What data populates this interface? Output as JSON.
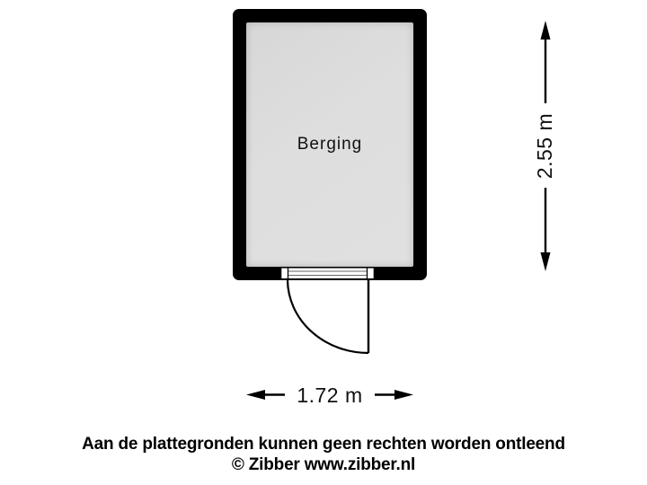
{
  "floorplan": {
    "room_label": "Berging",
    "height_dimension": "2.55 m",
    "width_dimension": "1.72 m"
  },
  "footer": {
    "disclaimer": "Aan de plattegronden kunnen geen rechten worden ontleend",
    "credit": "© Zibber www.zibber.nl"
  },
  "colors": {
    "wall": "#000000",
    "room-fill": "#dcdcdc",
    "background": "#ffffff",
    "line": "#000000",
    "label-bg": "#ffffff",
    "text": "#111111"
  }
}
